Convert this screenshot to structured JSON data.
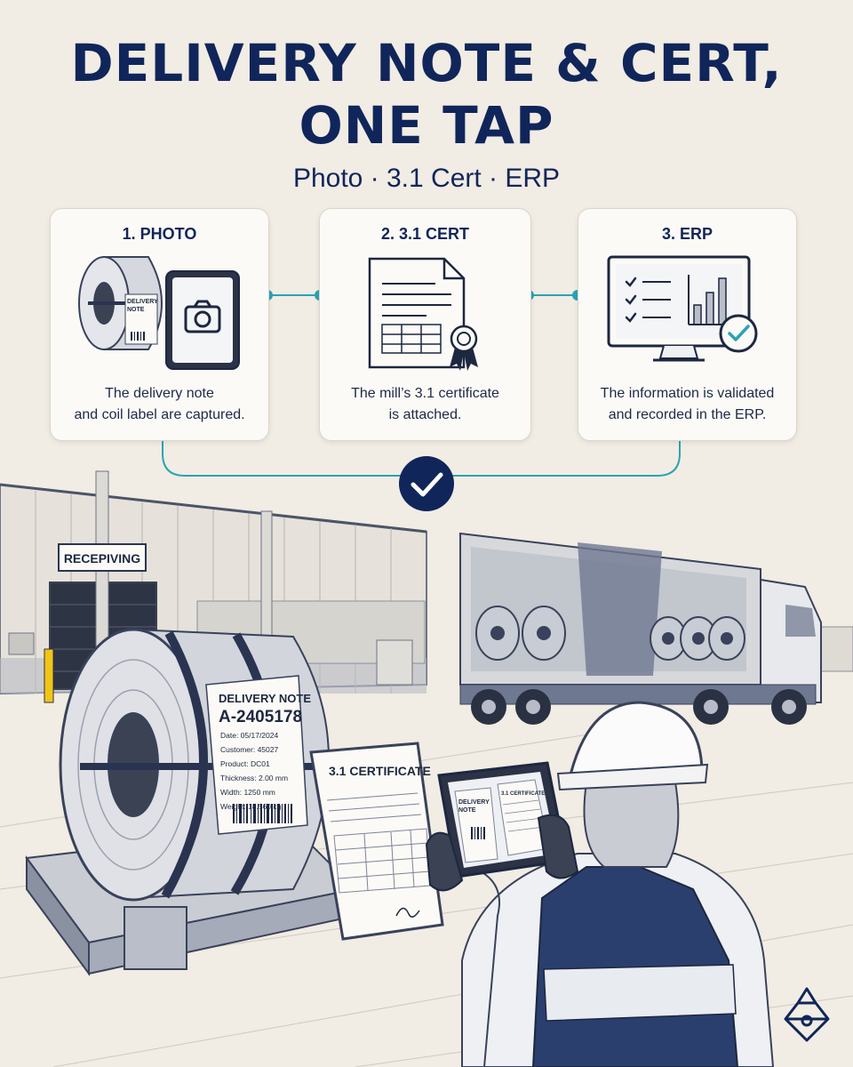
{
  "header": {
    "title_line1": "DELIVERY NOTE & CERT,",
    "title_line2": "ONE TAP",
    "subtitle": "Photo · 3.1 Cert · ERP"
  },
  "steps": [
    {
      "title": "1. PHOTO",
      "desc_line1": "The delivery note",
      "desc_line2": "and coil label are captured."
    },
    {
      "title": "2. 3.1 CERT",
      "desc_line1": "The mill’s 3.1 certificate",
      "desc_line2": "is attached."
    },
    {
      "title": "3. ERP",
      "desc_line1": "The information is validated",
      "desc_line2": "and recorded in the ERP."
    }
  ],
  "mini_label": {
    "line1": "DELIVERY",
    "line2": "NOTE"
  },
  "scene": {
    "receiving_sign": "RECEPIVING",
    "coil_label": {
      "heading": "DELIVERY NOTE",
      "number": "A-2405178",
      "date": "Date:   05/17/2024",
      "customer": "Customer: 45027",
      "product": "Product:  DC01",
      "thickness": "Thickness: 2.00 mm",
      "width": "Width:    1250 mm",
      "weight": "Weight:   18.560 kg"
    },
    "certificate_title": "3.1 CERTIFICATE",
    "tablet_left_line1": "DELIVERY",
    "tablet_left_line2": "NOTE",
    "tablet_right": "3.1 CERTIFICATE"
  },
  "colors": {
    "navy": "#10255a",
    "teal": "#2aa3b3",
    "background": "#f1ece4"
  }
}
